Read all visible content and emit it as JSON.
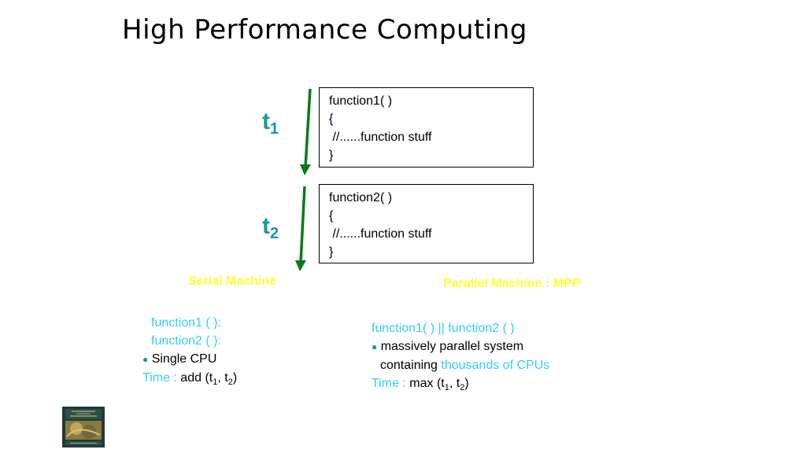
{
  "slide": {
    "title": "High Performance Computing",
    "t1_label": "t",
    "t1_sub": "1",
    "t2_label": "t",
    "t2_sub": "2",
    "box1": {
      "l1": "function1( )",
      "l2": "{",
      "l3": " //......function stuff",
      "l4": "}"
    },
    "box2": {
      "l1": "function2( )",
      "l2": "{",
      "l3": " //......function stuff",
      "l4": "}"
    },
    "serial_title": "Serial Machine",
    "parallel_title": "Parallel Machine : MPP",
    "serial": {
      "line1": "function1 ( ):",
      "line2": "function2 ( ):",
      "bullet": "Single CPU",
      "time_label": "Time : ",
      "time_value_pre": "add (t",
      "sub1": "1",
      "mid": ", t",
      "sub2": "2",
      "end": ")"
    },
    "parallel": {
      "line1": "function1( ) || function2 ( )",
      "bullet": "massively parallel system",
      "containing": "containing ",
      "thousands": "thousands of CPUs",
      "time_label": "Time : ",
      "time_value_pre": "max (t",
      "sub1": "1",
      "mid": ", t",
      "sub2": "2",
      "end": ")"
    },
    "colors": {
      "teal": "#1a9999",
      "yellow": "#ffff33",
      "cyan": "#33ccff",
      "arrow_green": "#0a7a1a"
    }
  }
}
